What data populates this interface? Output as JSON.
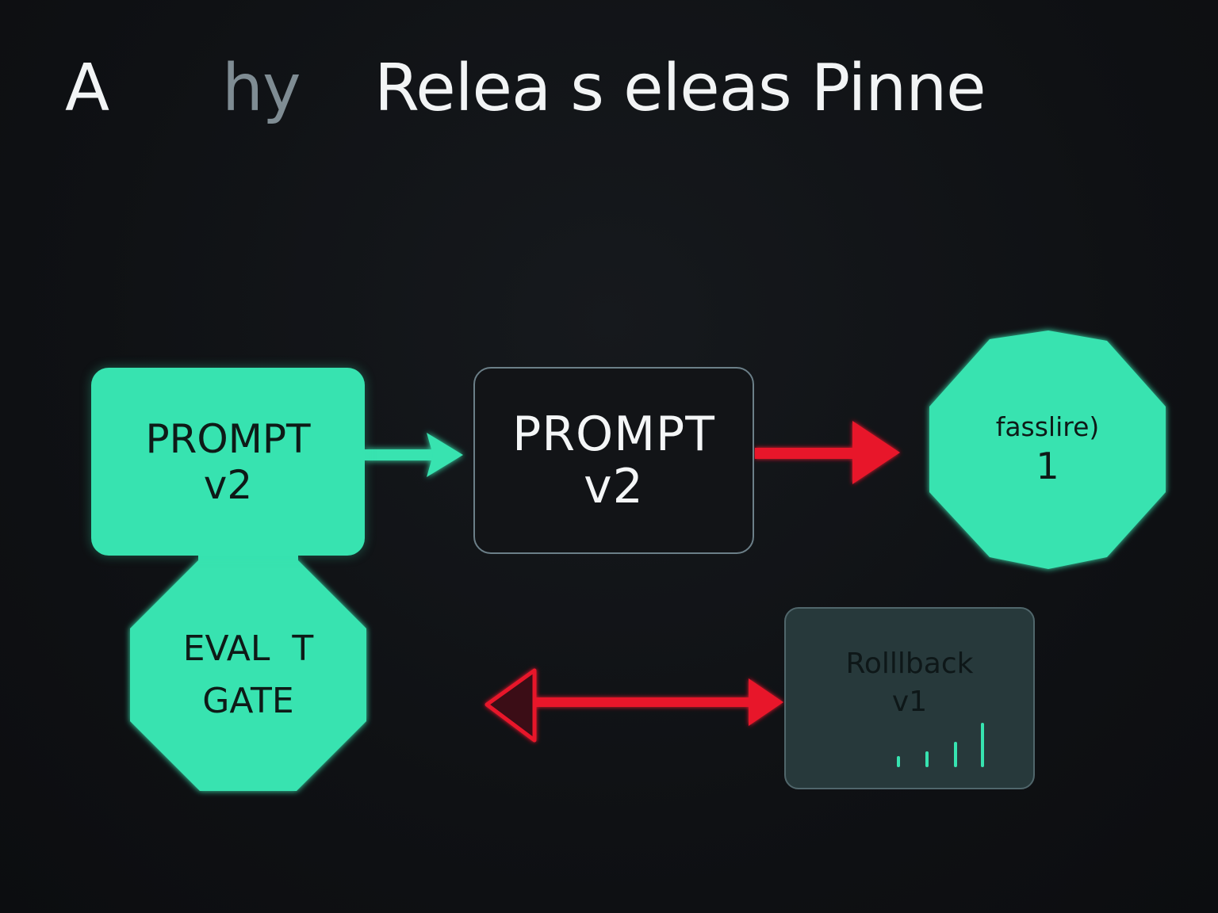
{
  "title": {
    "part1": "A",
    "part2": "hy",
    "part3": "Relea s eleas Pinne"
  },
  "nodes": {
    "prompt_green": {
      "line1": "PROMPT",
      "line2": "v2"
    },
    "prompt_dark": {
      "line1": "PROMPT",
      "line2": "v2"
    },
    "failure": {
      "line1": "fasslire)",
      "line2": "1"
    },
    "eval_gate": {
      "line1": "EVAL  T",
      "line2": "GATE"
    },
    "rollback": {
      "line1": "Rolllback",
      "line2": "v1"
    }
  },
  "colors": {
    "background": "#0f1114",
    "accent_green": "#37e3b0",
    "arrow_red": "#e8192c",
    "rollback_fill": "#27393b",
    "dark_box_border": "#6b7f88"
  },
  "icons": {
    "rollback_chart": "bar-chart-icon"
  }
}
